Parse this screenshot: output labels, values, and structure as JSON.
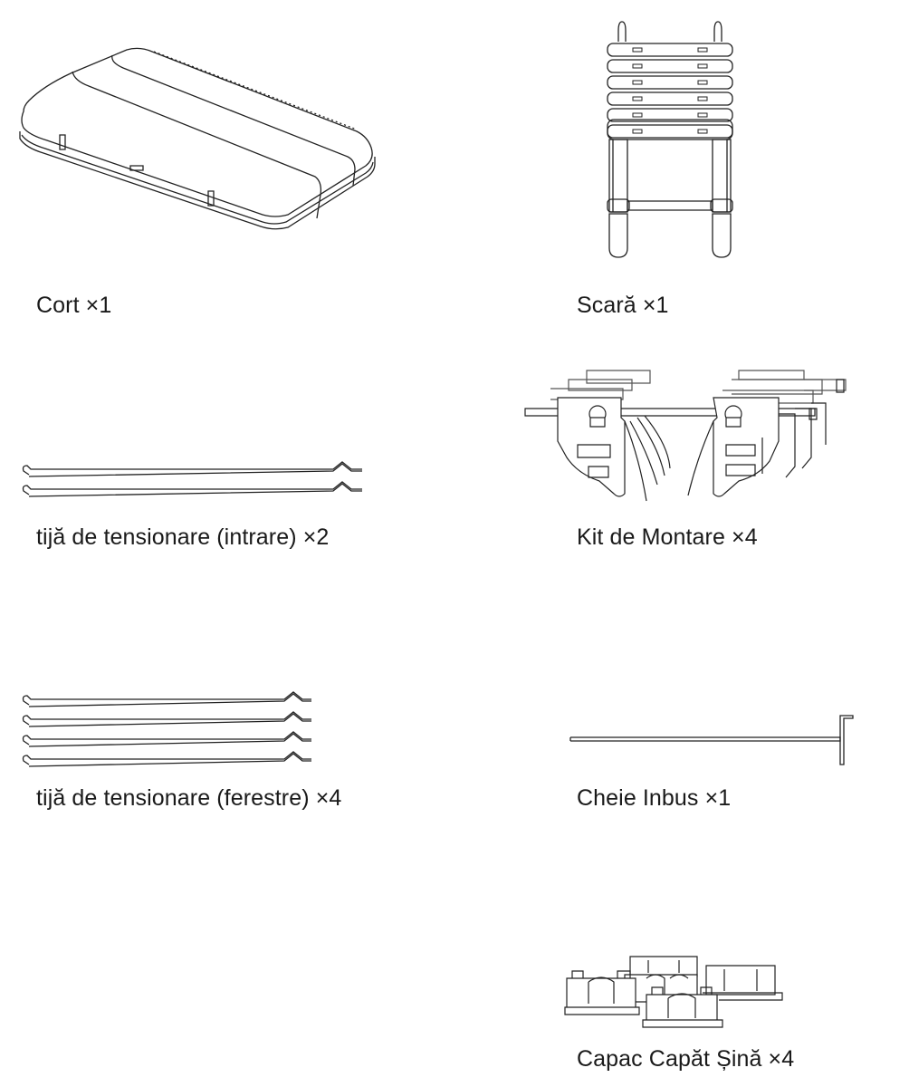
{
  "parts": [
    {
      "id": "tent",
      "label": "Cort ×1",
      "icon": "tent-icon"
    },
    {
      "id": "ladder",
      "label": "Scară ×1",
      "icon": "ladder-icon"
    },
    {
      "id": "tension-rod-entrance",
      "label": "tijă de tensionare (intrare) ×2",
      "icon": "tension-rod-icon"
    },
    {
      "id": "mounting-kit",
      "label": "Kit de Montare ×4",
      "icon": "mounting-bracket-icon"
    },
    {
      "id": "tension-rod-windows",
      "label": "tijă de tensionare (ferestre) ×4",
      "icon": "tension-rod-icon"
    },
    {
      "id": "allen-key",
      "label": "Cheie Inbus ×1",
      "icon": "allen-key-icon"
    },
    {
      "id": "rail-end-cap",
      "label": "Capac Capăt Șină ×4",
      "icon": "rail-end-cap-icon"
    }
  ]
}
